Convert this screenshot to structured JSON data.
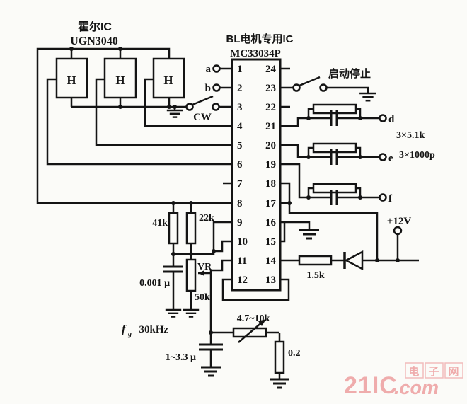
{
  "diagram": {
    "hall_title1": "霍尔IC",
    "hall_title2": "UGN3040",
    "ic_title1": "BL电机专用IC",
    "ic_title2": "MC33034P",
    "hall_label": "H",
    "labels": {
      "a": "a",
      "b": "b",
      "cw": "CW",
      "start_stop": "启动停止",
      "d": "d",
      "e": "e",
      "f": "f",
      "rc_res": "3×5.1k",
      "rc_cap": "3×1000p",
      "vcc": "+12V",
      "r_1k5": "1.5k",
      "r_41k": "41k",
      "r_22k": "22k",
      "c_001": "0.001 μ",
      "vr": "VR",
      "vr_50k": "50k",
      "freq_f": "f",
      "freq_g": "g",
      "freq_eq": "=30kHz",
      "r_adj": "4.7~10k",
      "c_13": "1~3.3 μ",
      "r_02": "0.2"
    },
    "pins_left": [
      "1",
      "2",
      "3",
      "4",
      "5",
      "6",
      "7",
      "8",
      "9",
      "10",
      "11",
      "12"
    ],
    "pins_right": [
      "24",
      "23",
      "22",
      "21",
      "20",
      "19",
      "18",
      "17",
      "16",
      "15",
      "14",
      "13"
    ]
  },
  "watermark": {
    "brand": "21IC",
    "suffix": ".com",
    "cn1": "电",
    "cn2": "子",
    "cn3": "网"
  }
}
